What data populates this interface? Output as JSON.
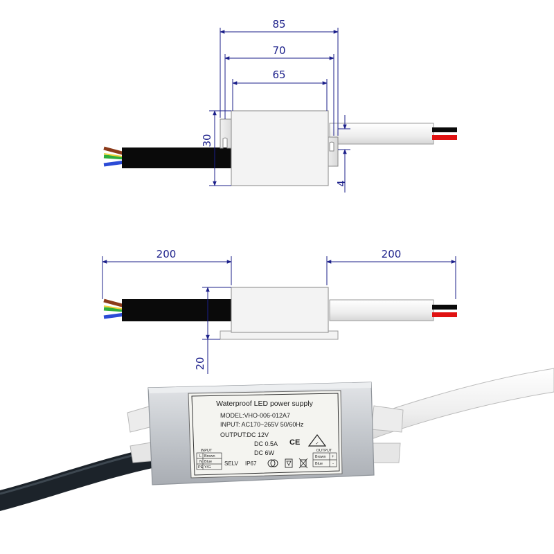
{
  "colors": {
    "dimension": "#1b1f8a",
    "cable_black": "#0a0a0a",
    "cable_white": "#f4f4f4",
    "wire_brown": "#8b3a1a",
    "wire_green": "#2fae3a",
    "wire_blue": "#2b4bd6",
    "wire_red": "#e01212",
    "housing": "#c9ccd1"
  },
  "dimensions": {
    "top_view": {
      "length_overall": "85",
      "length_mount": "70",
      "length_body": "65",
      "height": "30",
      "tab_gap": "4"
    },
    "side_view": {
      "input_cable_length": "200",
      "output_cable_length": "200",
      "height": "20"
    }
  },
  "label": {
    "title": "Waterproof LED power supply",
    "model": "MODEL:VHO-006-012A7",
    "input": "INPUT: AC170~265V 50/60Hz",
    "output_prefix": "OUTPUT:DC 12V",
    "current": "DC 0.5A",
    "power": "DC 6W",
    "selv": "SELV",
    "ip": "IP67",
    "ce": "CE",
    "input_table": {
      "header": "INPUT",
      "rows": [
        {
          "pin": "L",
          "color": "Brown"
        },
        {
          "pin": "N",
          "color": "Blue"
        },
        {
          "pin": "PE",
          "color": "Y/G"
        }
      ]
    },
    "output_table": {
      "header": "OUTPUT",
      "rows": [
        {
          "color": "Brown",
          "pol": "+"
        },
        {
          "color": "Blue",
          "pol": "-"
        }
      ]
    }
  }
}
